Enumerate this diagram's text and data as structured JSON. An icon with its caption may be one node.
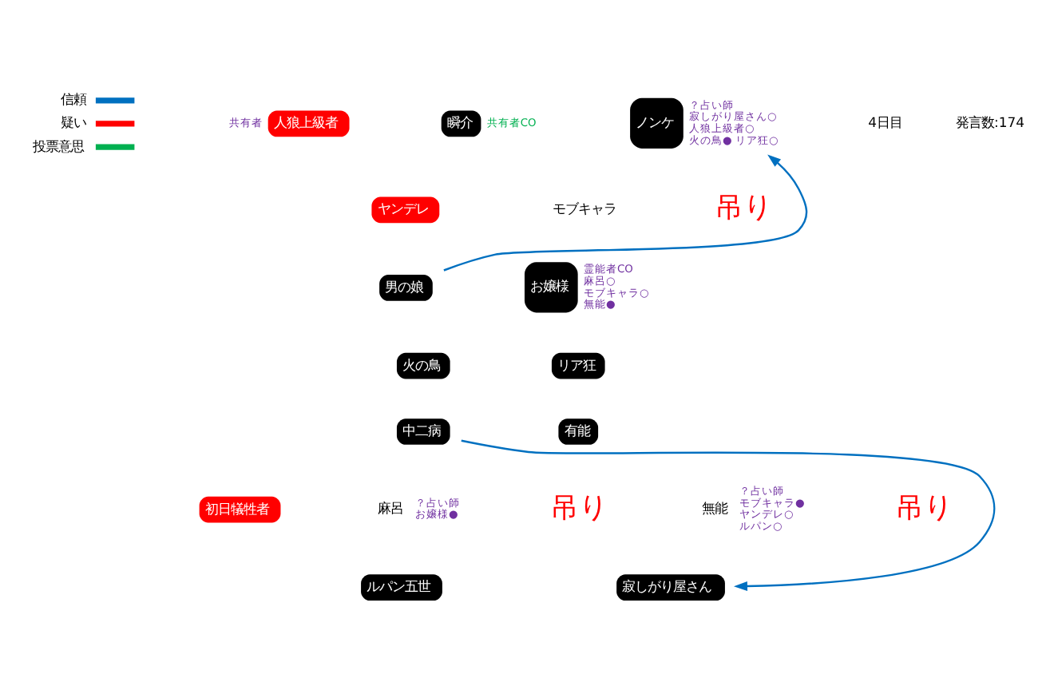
{
  "diagram": {
    "nodes": [
      {
        "text": [
          "人狼上級者"
        ],
        "beside": [
          "共有者"
        ]
      },
      {
        "text": [
          "瞬介"
        ],
        "beside": [
          "共有者CO"
        ]
      },
      {
        "text": [
          "ノンケ"
        ],
        "beside": [
          "？占い師",
          "寂しがり屋さん○",
          "人狼上級者○",
          "火の鳥● リア狂○"
        ]
      },
      {
        "text": [
          "ヤンデレ"
        ]
      },
      {
        "text": [
          "モブキャラ"
        ]
      },
      {
        "text": [
          "男の娘"
        ]
      },
      {
        "text": [
          "お嬢様"
        ],
        "beside": [
          "霊能者CO",
          "麻呂○",
          "モブキャラ○",
          "無能●"
        ]
      },
      {
        "text": [
          "火の鳥"
        ]
      },
      {
        "text": [
          "リア狂"
        ]
      },
      {
        "text": [
          "中二病"
        ]
      },
      {
        "text": [
          "有能"
        ]
      },
      {
        "text": [
          "麻呂"
        ],
        "beside": [
          "？占い師",
          "お嬢様●"
        ]
      },
      {
        "text": [
          "無能"
        ],
        "beside": [
          "？占い師",
          "モブキャラ●",
          "ヤンデレ○",
          "ルパン○"
        ]
      },
      {
        "text": [
          "初日犠牲者"
        ]
      },
      {
        "text": [
          "寂しがり屋さん"
        ]
      },
      {
        "text": [
          "ルパン五世"
        ]
      }
    ],
    "edges": [
      {
        "from": 5,
        "to": 2,
        "arrow": "to",
        "color": "#0070c0"
      },
      {
        "from": 9,
        "to": 14,
        "arrow": "to",
        "color": "#0070c0"
      }
    ],
    "labels": [
      "4日目",
      "発言数:174",
      "吊り",
      "吊り",
      "吊り"
    ],
    "legend": [
      {
        "text": "信頼",
        "color": "#0070c0"
      },
      {
        "text": "疑い",
        "color": "#ff0000"
      },
      {
        "text": "投票意思",
        "color": "#00b050"
      }
    ]
  }
}
